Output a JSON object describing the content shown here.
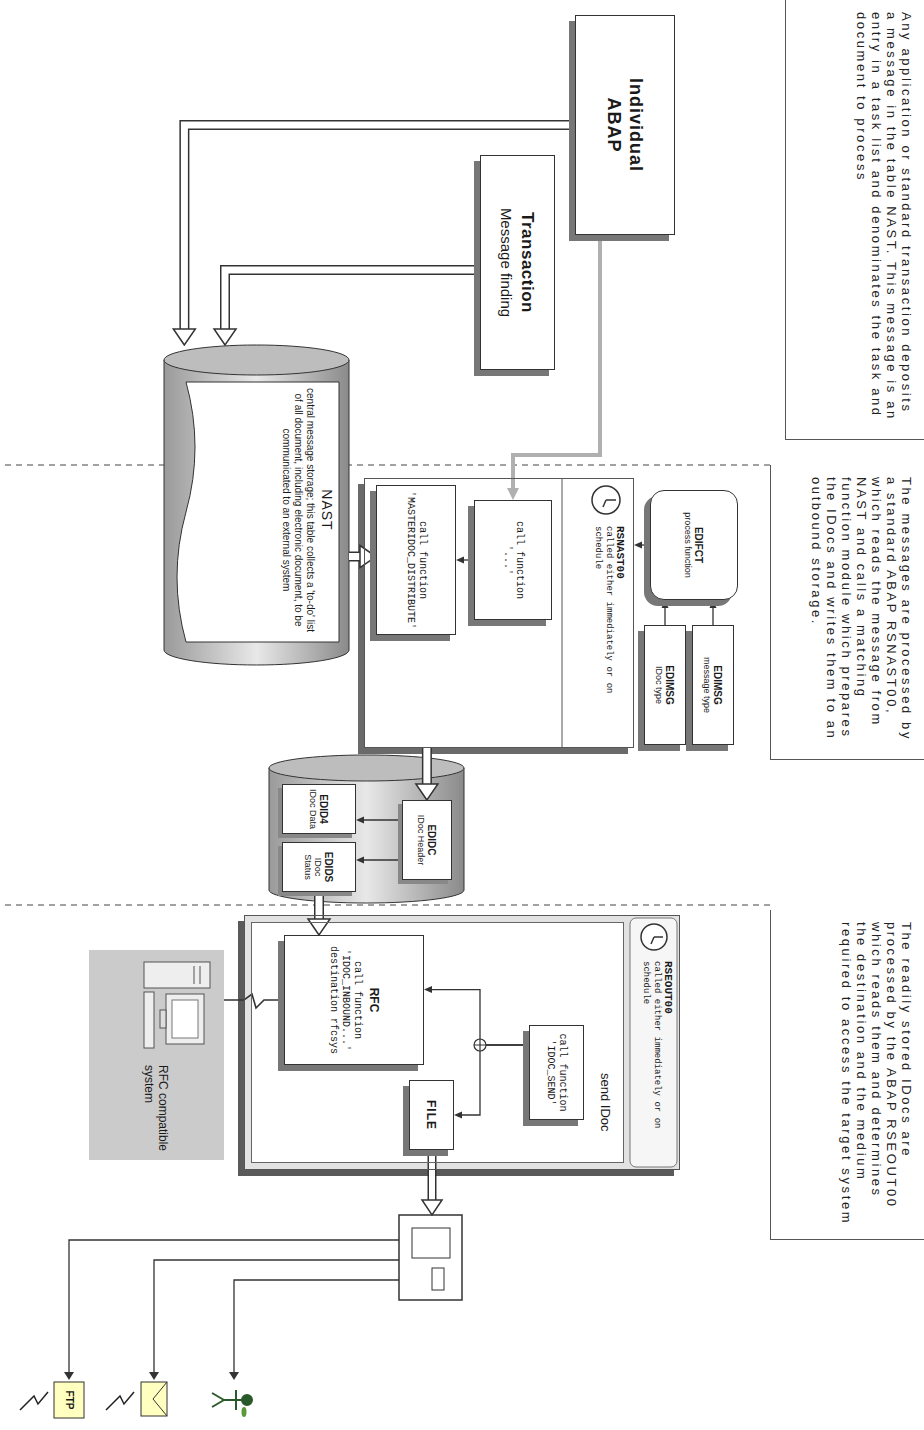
{
  "diagram": {
    "nodes": [
      {
        "text": [
          "Any application or standard transaction deposits a message in the table NAST. This message is an entry in a task list and denominates the task and document to process"
        ]
      },
      {
        "text": [
          "Individual ABAP"
        ]
      },
      {
        "text": [
          "Transaction",
          "Message finding"
        ]
      },
      {
        "text": [
          "NAST",
          "central message storage; this table collects a 'to-do' list of all document, including electronic document, to be communicated to an external system"
        ]
      },
      {
        "text": [
          "The messages are processed by a standard ABAP RSNAST00, which reads the message from NAST and calls a matching function module which prepares the IDocs and writes them to an outbound storage."
        ]
      },
      {
        "text": [
          "RSNAST00",
          "called either immediately or on schedule"
        ]
      },
      {
        "text": [
          "call function '...'"
        ],
        "in": 5
      },
      {
        "text": [
          "call function 'MASTERIDOC_DISTRIBUTE'"
        ],
        "in": 5
      },
      {
        "text": [
          "EDIFCT",
          "process function"
        ]
      },
      {
        "text": [
          "EDIMSG",
          "message type"
        ]
      },
      {
        "text": [
          "EDIMSG",
          "IDoc type"
        ]
      },
      {
        "text": [
          "EDIDC",
          "IDoc Header"
        ]
      },
      {
        "text": [
          "EDID4",
          "IDoc Data"
        ]
      },
      {
        "text": [
          "EDIDS",
          "IDoc Status"
        ]
      },
      {
        "text": [
          "The readily stored IDocs are processed by the ABAP RSEOUT00 which reads them and determines the destination and the medium required to access the target system"
        ]
      },
      {
        "text": [
          "RSEOUT00",
          "called either immediately or on schedule"
        ]
      },
      {
        "text": [
          "send IDoc"
        ],
        "in": 15
      },
      {
        "text": [
          "call function 'IDOC_SEND'"
        ],
        "in": 16
      },
      {
        "text": [
          "FILE"
        ],
        "in": 16
      },
      {
        "text": [
          "RFC",
          "call function 'IDOC_INBOUND...' destination rfcsys"
        ],
        "in": 16
      },
      {
        "text": [
          "RFC compatible system"
        ]
      }
    ],
    "edges": [
      {
        "from": 1,
        "to": 3,
        "arrow": "to"
      },
      {
        "from": 2,
        "to": 3,
        "arrow": "to"
      },
      {
        "from": 1,
        "to": 6,
        "arrow": "to"
      },
      {
        "from": 3,
        "to": 7,
        "arrow": "to"
      },
      {
        "from": 8,
        "to": 5,
        "arrow": "to"
      },
      {
        "from": 9,
        "to": 8,
        "arrow": "to"
      },
      {
        "from": 10,
        "to": 8,
        "arrow": "to"
      },
      {
        "from": 6,
        "to": 7,
        "arrow": "to"
      },
      {
        "from": 5,
        "to": 11,
        "arrow": "to"
      },
      {
        "from": 11,
        "to": 12,
        "arrow": "to"
      },
      {
        "from": 11,
        "to": 13,
        "arrow": "to"
      },
      {
        "from": 13,
        "to": 19,
        "arrow": "to"
      },
      {
        "from": 17,
        "to": 18,
        "arrow": "to"
      },
      {
        "from": 17,
        "to": 19,
        "arrow": "to"
      },
      {
        "from": 19,
        "to": 20,
        "arrow": "none"
      }
    ],
    "labels": [
      "FTP"
    ]
  }
}
